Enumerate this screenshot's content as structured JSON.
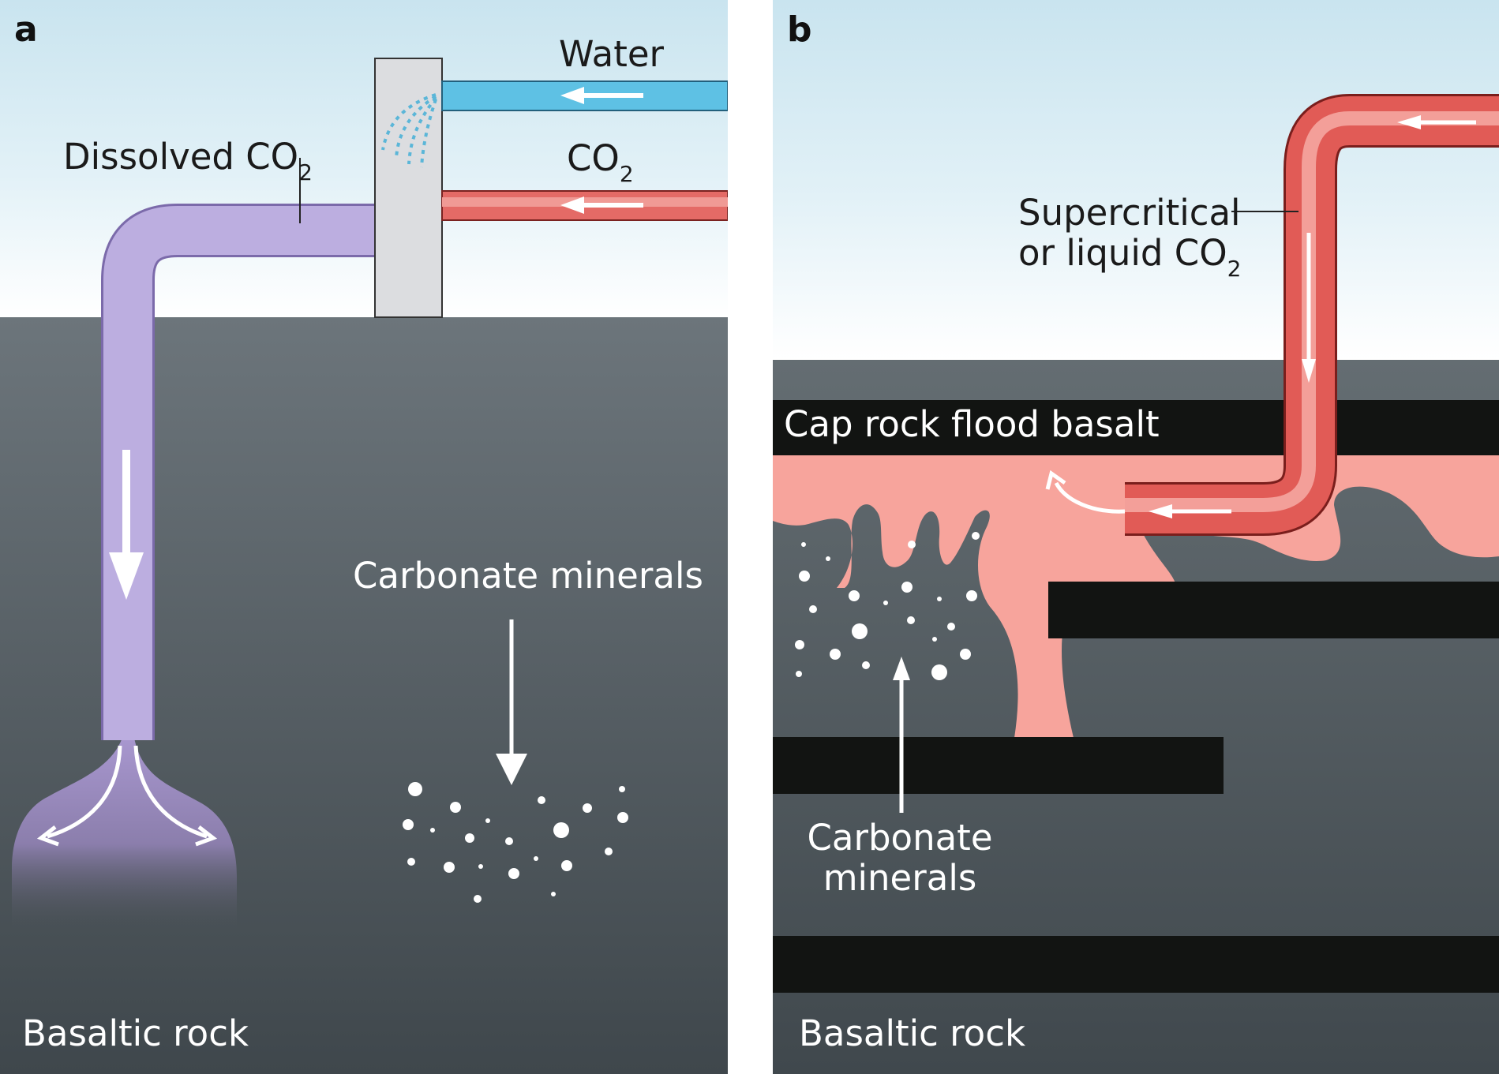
{
  "panel_a": {
    "letter": "a",
    "water_label": "Water",
    "co2_label": "CO",
    "co2_sub": "2",
    "dissolved_label": "Dissolved CO",
    "dissolved_sub": "2",
    "carbonate_label": "Carbonate minerals",
    "rock_label": "Basaltic rock"
  },
  "panel_b": {
    "letter": "b",
    "supercritical_line1": "Supercritical",
    "supercritical_line2": "or liquid CO",
    "supercritical_sub": "2",
    "cap_rock_label": "Cap rock flood basalt",
    "carbonate_line1": "Carbonate",
    "carbonate_line2": "minerals",
    "rock_label": "Basaltic rock"
  },
  "colors": {
    "sky_top": "#c9e4ef",
    "rock_top": "#6c757b",
    "rock_bottom": "#3f474c",
    "water_pipe": "#5bbde0",
    "co2_pipe": "#e0605c",
    "dissolved_pipe": "#b9a8de",
    "cap_rock": "#121412",
    "plume": "#f5a39b"
  }
}
